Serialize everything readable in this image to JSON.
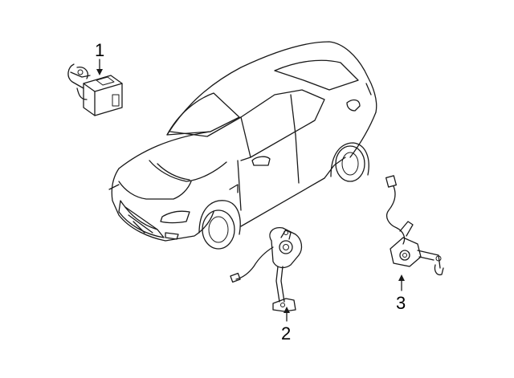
{
  "callouts": [
    {
      "number": "1",
      "part": "control-module"
    },
    {
      "number": "2",
      "part": "front-height-sensor"
    },
    {
      "number": "3",
      "part": "rear-height-sensor"
    }
  ],
  "colors": {
    "line": "#1a1a1a",
    "background": "#ffffff"
  }
}
